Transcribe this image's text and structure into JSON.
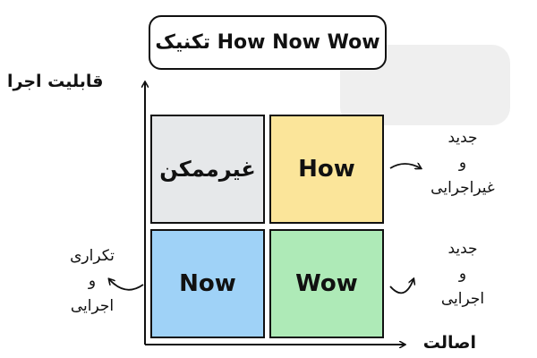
{
  "title": "تکنیک How Now Wow",
  "axes": {
    "y_label": "قابلیت اجرا",
    "x_label": "اصالت"
  },
  "matrix": {
    "top_left": "غیرممکن",
    "top_right": "How",
    "bottom_left": "Now",
    "bottom_right": "Wow"
  },
  "notes": {
    "how": [
      "جدید",
      "و",
      "غیراجرایی"
    ],
    "wow": [
      "جدید",
      "و",
      "اجرایی"
    ],
    "now": [
      "تکراری",
      "و",
      "اجرایی"
    ]
  },
  "colors": {
    "impossible": "#e6e8ea",
    "how": "#fbe59a",
    "now": "#9fd2f7",
    "wow": "#aeeab7"
  }
}
